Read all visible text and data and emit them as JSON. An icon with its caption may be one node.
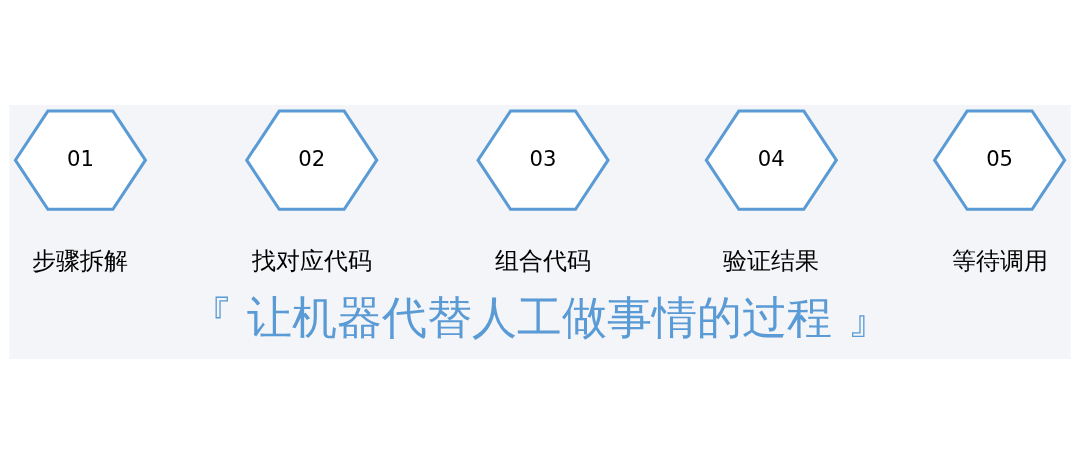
{
  "diagram": {
    "caption": "『 让机器代替人工做事情的过程 』",
    "nodes": [
      {
        "text": [
          "01"
        ],
        "beside": [
          "步骤拆解"
        ]
      },
      {
        "text": [
          "02"
        ],
        "beside": [
          "找对应代码"
        ]
      },
      {
        "text": [
          "03"
        ],
        "beside": [
          "组合代码"
        ]
      },
      {
        "text": [
          "04"
        ],
        "beside": [
          "验证结果"
        ]
      },
      {
        "text": [
          "05"
        ],
        "beside": [
          "等待调用"
        ]
      }
    ],
    "edges": []
  }
}
